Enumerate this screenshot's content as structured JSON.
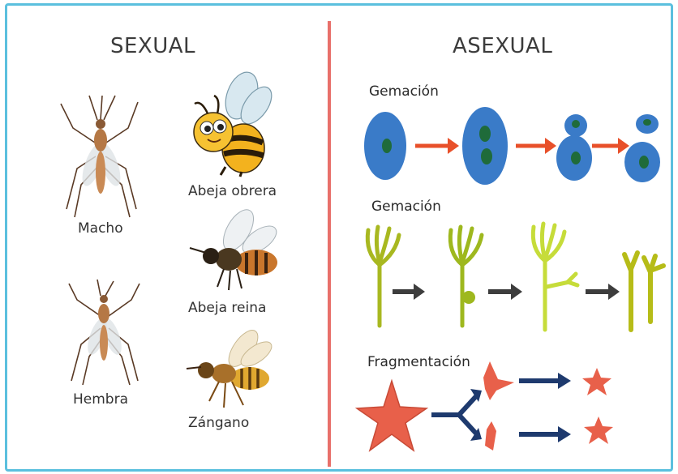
{
  "left": {
    "heading": "SEXUAL",
    "mosquitoes": [
      {
        "label": "Macho"
      },
      {
        "label": "Hembra"
      }
    ],
    "bees": [
      {
        "label": "Abeja obrera"
      },
      {
        "label": "Abeja reina"
      },
      {
        "label": "Zángano"
      }
    ]
  },
  "right": {
    "heading": "ASEXUAL",
    "sections": [
      {
        "label": "Gemación",
        "type": "cells"
      },
      {
        "label": "Gemación",
        "type": "hydra"
      },
      {
        "label": "Fragmentación",
        "type": "starfish"
      }
    ]
  },
  "colors": {
    "frame": "#5bc0de",
    "divider": "#e8706a",
    "cell": "#3a7bc8",
    "nucleus": "#1f6b3a",
    "red_arrow": "#e8502a",
    "gray_arrow": "#3d3d3d",
    "navy_arrow": "#1e3a6e",
    "starfish": "#e8604a"
  }
}
